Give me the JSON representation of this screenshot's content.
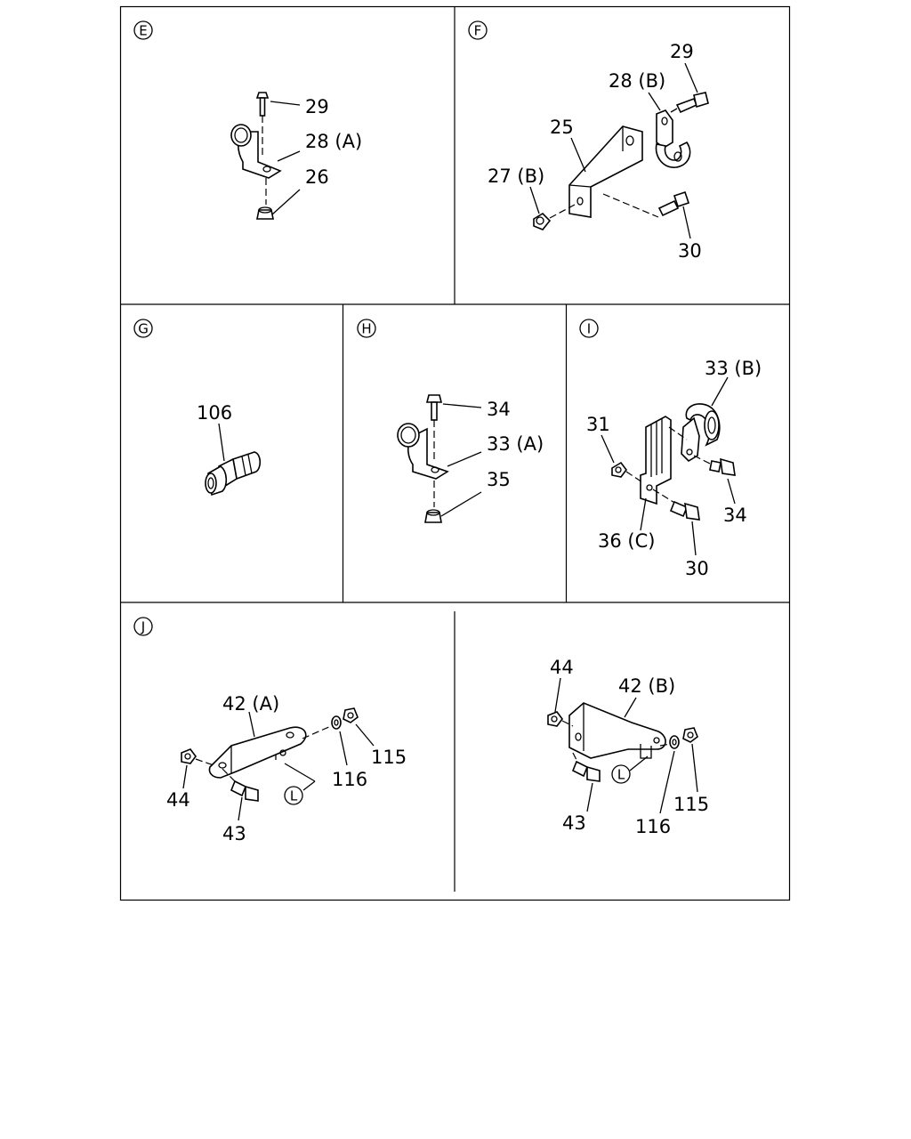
{
  "panels": {
    "E": {
      "id": "E",
      "callouts": {
        "bolt": "29",
        "clamp": "28 (A)",
        "nut": "26"
      }
    },
    "F": {
      "id": "F",
      "callouts": {
        "bolt_top": "29",
        "clamp": "28 (B)",
        "bracket": "25",
        "nut": "27 (B)",
        "bolt_bottom": "30"
      }
    },
    "G": {
      "id": "G",
      "callouts": {
        "fitting": "106"
      }
    },
    "H": {
      "id": "H",
      "callouts": {
        "bolt": "34",
        "clamp": "33 (A)",
        "nut": "35"
      }
    },
    "I": {
      "id": "I",
      "callouts": {
        "clamp": "33 (B)",
        "nut": "31",
        "bolt_right": "34",
        "bracket": "36 (C)",
        "bolt_bottom": "30"
      }
    },
    "J": {
      "id": "J",
      "left": {
        "bracket": "42 (A)",
        "nut_right": "115",
        "washer": "116",
        "nut_left": "44",
        "bolt": "43",
        "side_mark": "L"
      },
      "right": {
        "nut_left": "44",
        "bracket": "42 (B)",
        "bolt": "43",
        "side_mark": "L",
        "washer": "116",
        "nut_right": "115"
      }
    }
  }
}
